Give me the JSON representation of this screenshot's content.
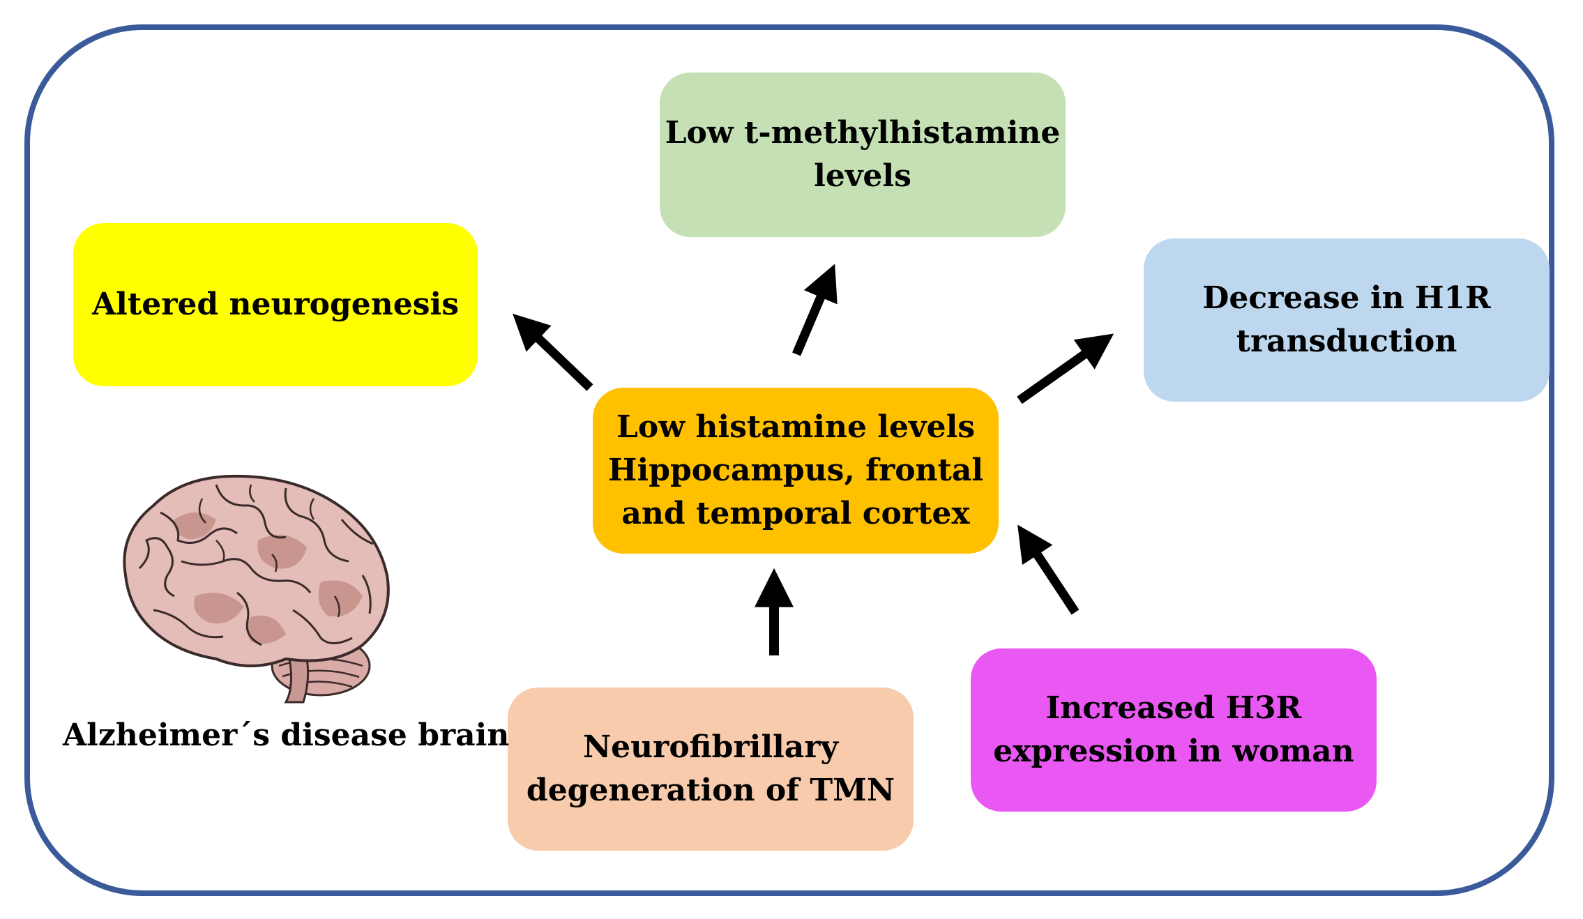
{
  "center": {
    "lines": [
      "Low histamine levels",
      "Hippocampus, frontal",
      "and temporal cortex"
    ],
    "color": "#ffc000"
  },
  "top": {
    "lines": [
      "Low t-methylhistamine",
      "levels"
    ],
    "color": "#c5e0b4"
  },
  "left": {
    "lines": [
      "Altered neurogenesis"
    ],
    "color": "#ffff00"
  },
  "right": {
    "lines": [
      "Decrease in H1R",
      "transduction"
    ],
    "color": "#bdd7ee"
  },
  "bottom_center": {
    "lines": [
      "Neurofibrillary",
      "degeneration of TMN"
    ],
    "color": "#f8cbad"
  },
  "bottom_right": {
    "lines": [
      "Increased H3R",
      "expression in woman"
    ],
    "color": "#e958f3"
  },
  "brain": {
    "caption": "Alzheimer´s disease brain"
  },
  "frame_color": "#3a5a9a",
  "arrow_color": "#000000",
  "icons": [
    "brain-icon",
    "arrow-icon"
  ]
}
